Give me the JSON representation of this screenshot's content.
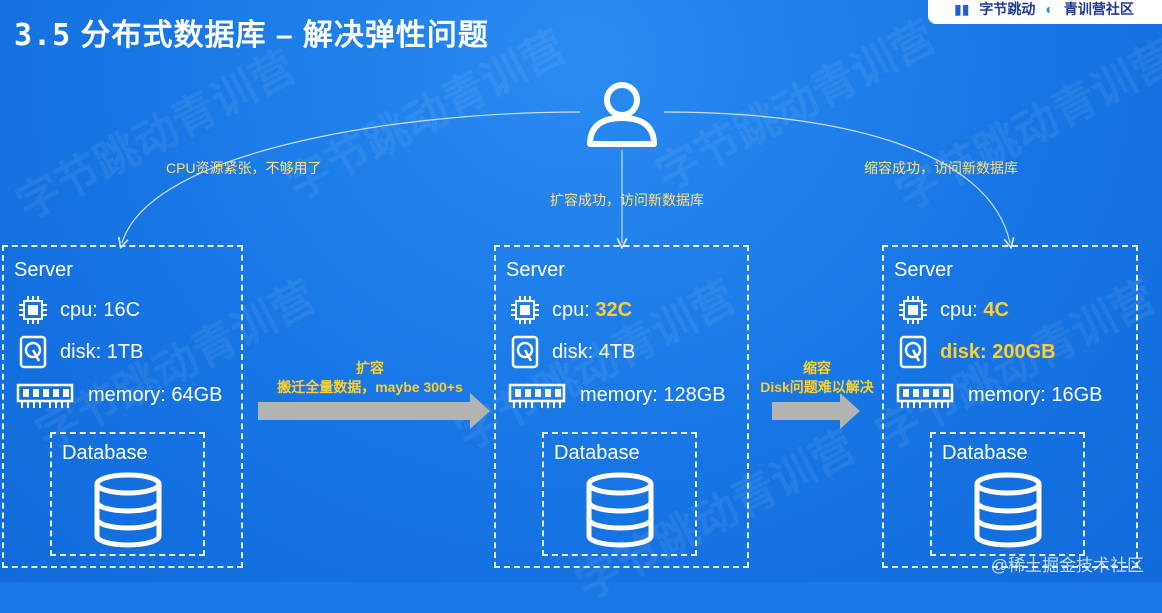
{
  "title": {
    "number": "3.5",
    "text": "分布式数据库 –  解决弹性问题"
  },
  "logo": {
    "text_left": "字节跳动",
    "text_right": "青训营社区"
  },
  "watermark_text": "字节跳动青训营",
  "edges": {
    "left": "CPU资源紧张，不够用了",
    "center": "扩容成功，访问新数据库",
    "right": "缩容成功，访问新数据库"
  },
  "arrows": {
    "scale_up": {
      "line1": "扩容",
      "line2": "搬迁全量数据，maybe 300+s"
    },
    "scale_down": {
      "line1": "缩容",
      "line2": "Disk问题难以解决"
    }
  },
  "servers": [
    {
      "label": "Server",
      "cpu_prefix": "cpu: ",
      "cpu_value": "16C",
      "disk_prefix": "disk: ",
      "disk_value": "1TB",
      "memory_prefix": "memory: ",
      "memory_value": "64GB",
      "db_label": "Database"
    },
    {
      "label": "Server",
      "cpu_prefix": "cpu: ",
      "cpu_value": "32C",
      "disk_prefix": "disk: ",
      "disk_value": "4TB",
      "memory_prefix": "memory: ",
      "memory_value": "128GB",
      "db_label": "Database"
    },
    {
      "label": "Server",
      "cpu_prefix": "cpu: ",
      "cpu_value": "4C",
      "disk_prefix": "disk: ",
      "disk_value": "200GB",
      "memory_prefix": "memory: ",
      "memory_value": "16GB",
      "db_label": "Database"
    }
  ],
  "corner_watermark": "@稀土掘金技术社区",
  "colors": {
    "background": "#1776e4",
    "highlight": "#ffcf2e",
    "edge_label": "#ffe07a",
    "arrow": "#b3b3b3"
  }
}
